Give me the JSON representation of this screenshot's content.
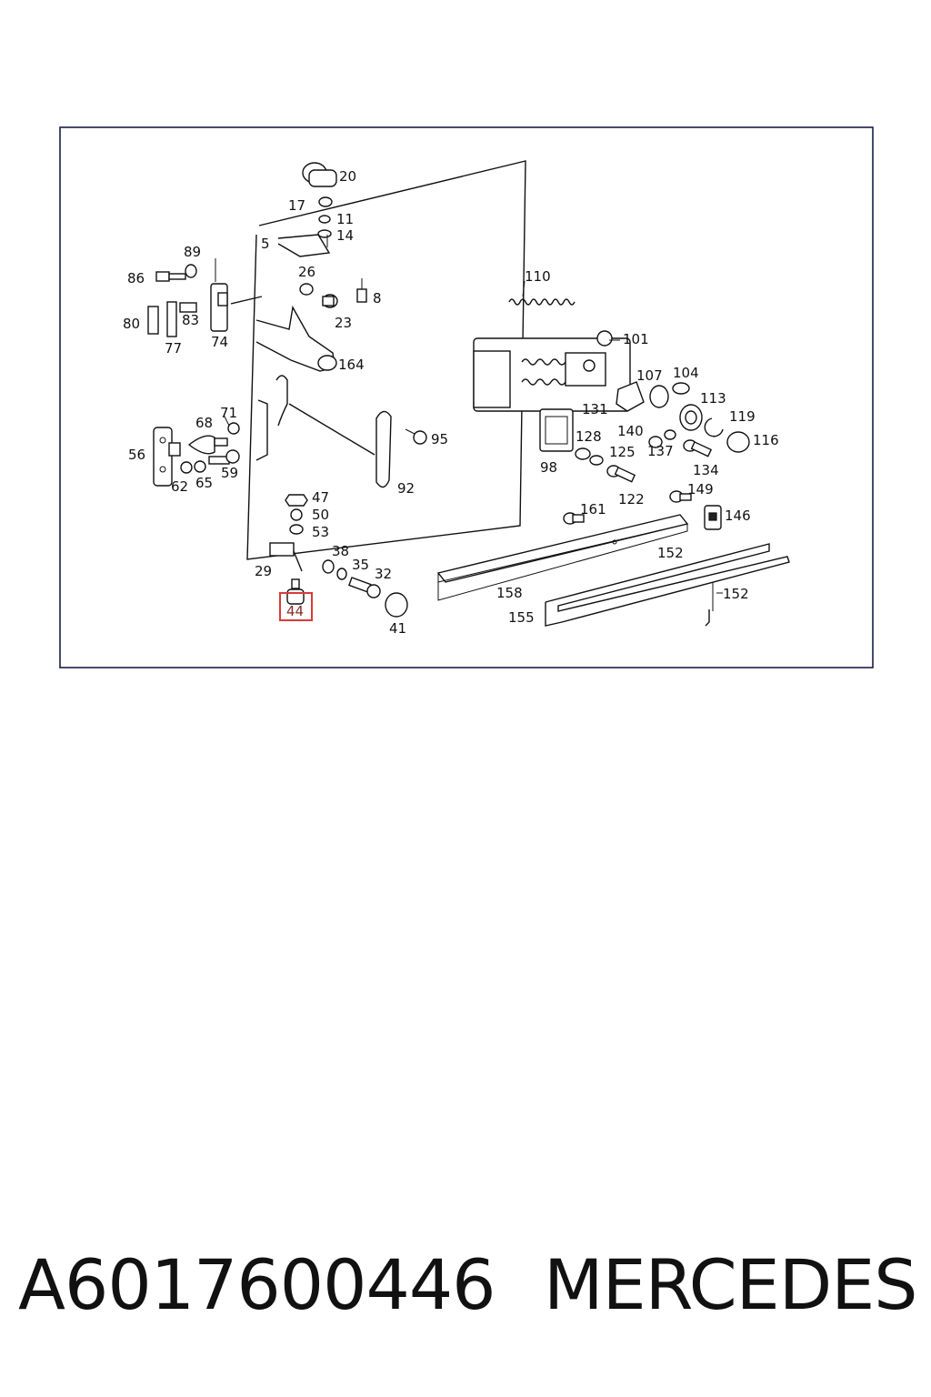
{
  "diagram": {
    "highlight_color": "#d93a3a",
    "frame_color": "#1c1c4a",
    "highlighted_part": "44",
    "callouts": {
      "c20": "20",
      "c17": "17",
      "c11": "11",
      "c14": "14",
      "c5": "5",
      "c89": "89",
      "c86": "86",
      "c26": "26",
      "c8": "8",
      "c23": "23",
      "c110": "110",
      "c80": "80",
      "c83": "83",
      "c77": "77",
      "c74": "74",
      "c164": "164",
      "c101": "101",
      "c107": "107",
      "c104": "104",
      "c113": "113",
      "c119": "119",
      "c116": "116",
      "c131": "131",
      "c71": "71",
      "c68": "68",
      "c95": "95",
      "c56": "56",
      "c59": "59",
      "c62": "62",
      "c65": "65",
      "c92": "92",
      "c98": "98",
      "c128": "128",
      "c125": "125",
      "c140": "140",
      "c137": "137",
      "c134": "134",
      "c122": "122",
      "c149": "149",
      "c146": "146",
      "c47": "47",
      "c50": "50",
      "c53": "53",
      "c161": "161",
      "c152a": "152",
      "c38": "38",
      "c35": "35",
      "c32": "32",
      "c29": "29",
      "c44": "44",
      "c41": "41",
      "c158": "158",
      "c155": "155",
      "c152b": "152"
    }
  },
  "footer": {
    "part_number": "A6017600446",
    "brand": "MERCEDES"
  }
}
